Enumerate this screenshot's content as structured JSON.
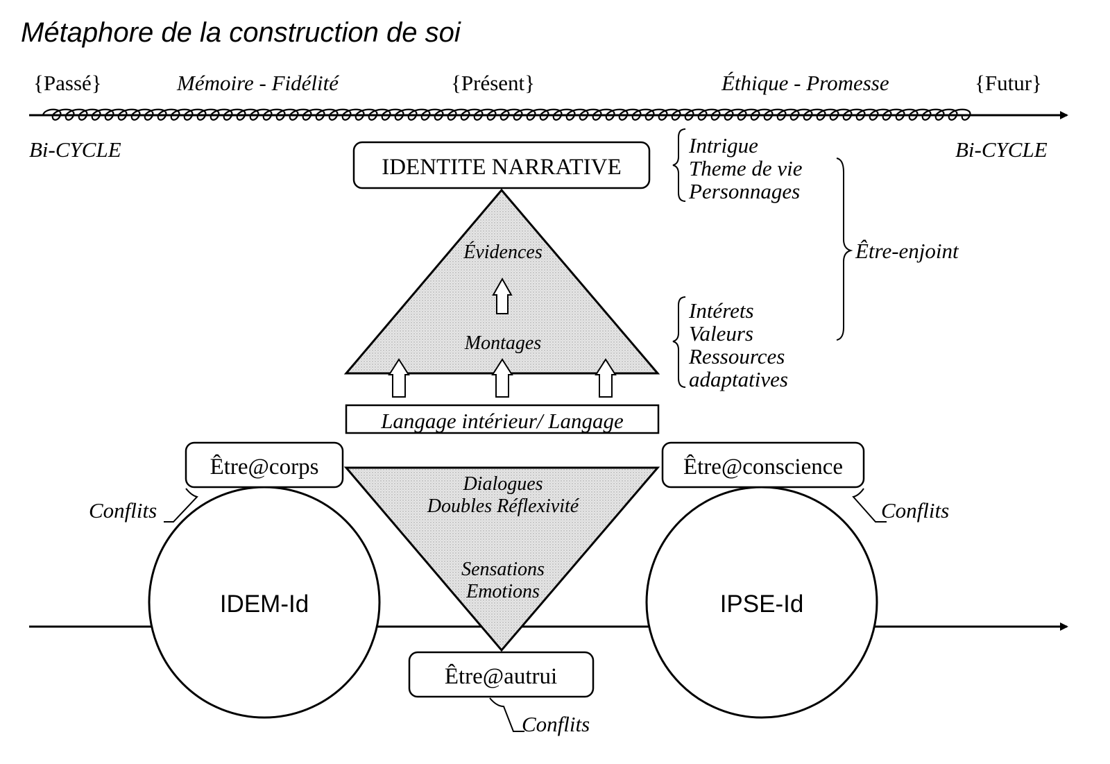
{
  "title": "Métaphore de la construction de soi",
  "timeline": {
    "past": "{Passé}",
    "memory": "Mémoire - Fidélité",
    "present": "{Présent}",
    "ethics": "Éthique - Promesse",
    "future": "{Futur}",
    "bicycle_left": "Bi-CYCLE",
    "bicycle_right": "Bi-CYCLE"
  },
  "narrative": {
    "box": "IDENTITE NARRATIVE",
    "list_top": [
      "Intrigue",
      "Theme de vie",
      "Personnages"
    ],
    "list_bottom": [
      "Intérets",
      "Valeurs",
      "Ressources",
      "adaptatives"
    ],
    "enjoined": "Être-enjoint"
  },
  "pyramid": {
    "evidences": "Évidences",
    "montages": "Montages"
  },
  "language_box": "Langage intérieur/ Langage",
  "inverted": {
    "dialogues": "Dialogues",
    "reflexivity": "Doubles Réflexivité",
    "sensations": "Sensations",
    "emotions": "Emotions"
  },
  "body_box": "Être@corps",
  "conscience_box": "Être@conscience",
  "other_box": "Être@autrui",
  "idem": "IDEM-Id",
  "ipse": "IPSE-Id",
  "conflicts_label": "Conflits",
  "colors": {
    "ink": "#000000",
    "fill": "#e4e4e4",
    "background": "#ffffff"
  }
}
